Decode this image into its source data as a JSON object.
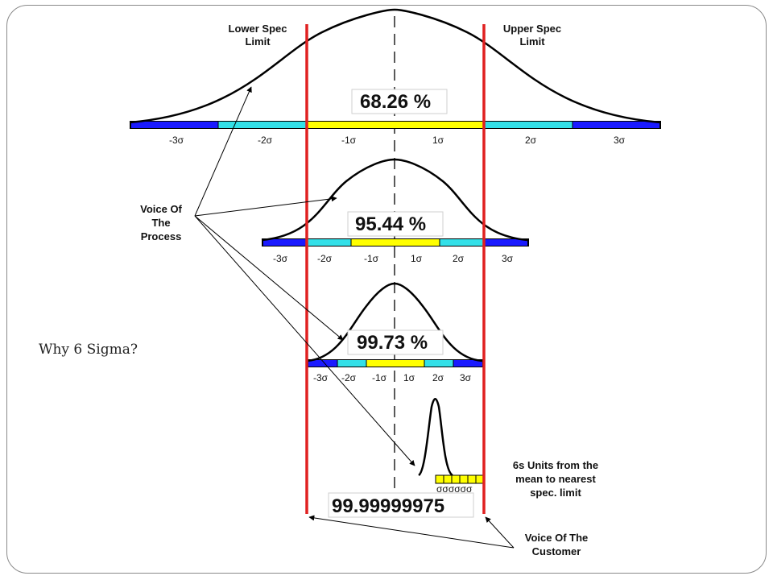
{
  "slide": {
    "title": "Why 6 Sigma?"
  },
  "diagram": {
    "lower_spec_limit": [
      "Lower Spec",
      "Limit"
    ],
    "upper_spec_limit": [
      "Upper Spec",
      "Limit"
    ],
    "voice_of_process": [
      "Voice Of",
      "The",
      "Process"
    ],
    "voice_of_customer": [
      "Voice Of The",
      "Customer"
    ],
    "six_sigma_note": [
      "6s Units from the",
      "mean to nearest",
      "spec. limit"
    ],
    "sigma_symbol": "σ",
    "tick_labels": [
      "-3σ",
      "-2σ",
      "-1σ",
      "1σ",
      "2σ",
      "3σ"
    ],
    "sigma_row": "σσσσσσ",
    "percentages": {
      "one_sigma": "68.26 %",
      "two_sigma": "95.44 %",
      "three_sigma": "99.73 %",
      "six_sigma": "99.99999975"
    },
    "colors": {
      "spec_line": "#e02020",
      "dark_blue": "#1a1aff",
      "cyan": "#33e0e8",
      "yellow": "#ffff00",
      "curve": "#000000"
    }
  }
}
